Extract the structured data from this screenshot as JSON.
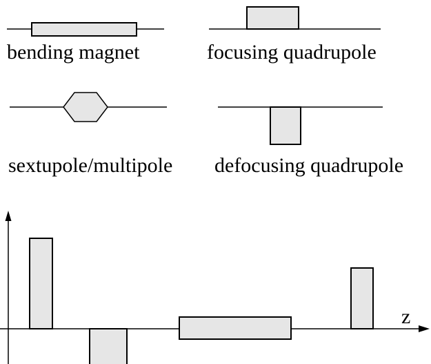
{
  "legend": {
    "bending_magnet": "bending magnet",
    "focusing_quadrupole": "focusing quadrupole",
    "sextupole": "sextupole/multipole",
    "defocusing_quadrupole": "defocusing quadrupole"
  },
  "axis": {
    "z_label": "z"
  },
  "colors": {
    "element_fill": "#e6e6e6",
    "stroke": "#000000",
    "background": "#ffffff"
  }
}
